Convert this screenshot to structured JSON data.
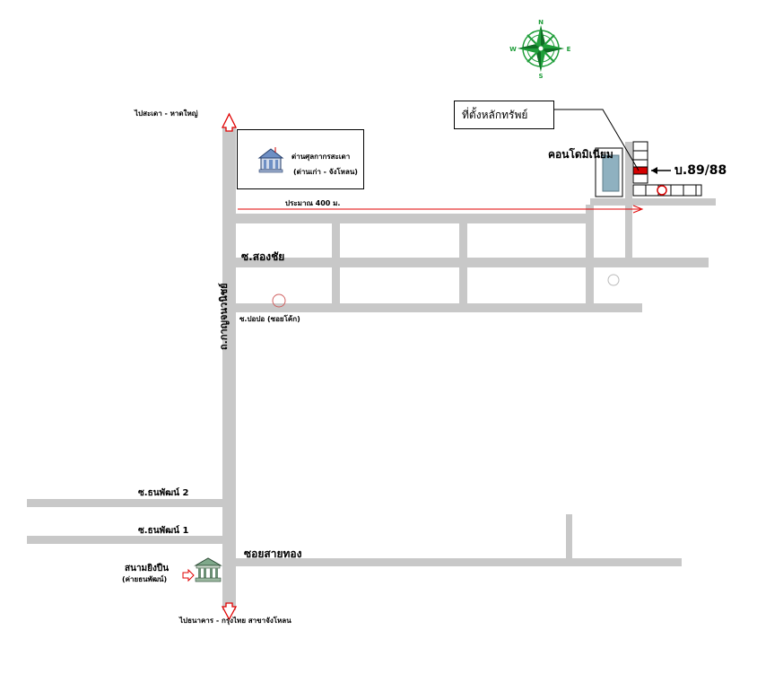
{
  "map": {
    "colors": {
      "road": "#c8c8c8",
      "arrow": "#e00000",
      "plot": "#d40000",
      "compass": "#1f9e3a",
      "ink": "#000000"
    },
    "labels": {
      "north_dest": "ไปสะเดา - หาดใหญ่",
      "south_dest": "ไปธนาคาร - กรุงไทย สาขาจังโหลน",
      "main_road": "ถ.กาญจนวนิชย์",
      "road_songchai": "ซ.สองชัย",
      "road_paopao": "ซ.ปอปอ (ซอยโค้ก)",
      "road_thanaphat2": "ซ.ธนพัฒน์ 2",
      "road_thanaphat1": "ซ.ธนพัฒน์ 1",
      "road_saithong": "ซอยสายทอง",
      "distance": "ประมาณ 400 ม.",
      "customs_line1": "ด่านศุลกากรสะเดา",
      "customs_line2": "(ด่านเก่า - จังโหลน)",
      "stadium_line1": "สนามยิงปืน",
      "stadium_line2": "(ค่ายธนพัฒน์)",
      "condo": "คอนโดมิเนียม",
      "property_callout": "ที่ตั้งหลักทรัพย์",
      "plot_number": "บ.89/88"
    },
    "compass": {
      "n": "N",
      "e": "E",
      "s": "S",
      "w": "W"
    },
    "icons": [
      "compass-rose-icon",
      "customs-building-icon",
      "stadium-building-icon",
      "up-arrow-icon",
      "down-arrow-icon",
      "right-arrow-icon"
    ]
  }
}
